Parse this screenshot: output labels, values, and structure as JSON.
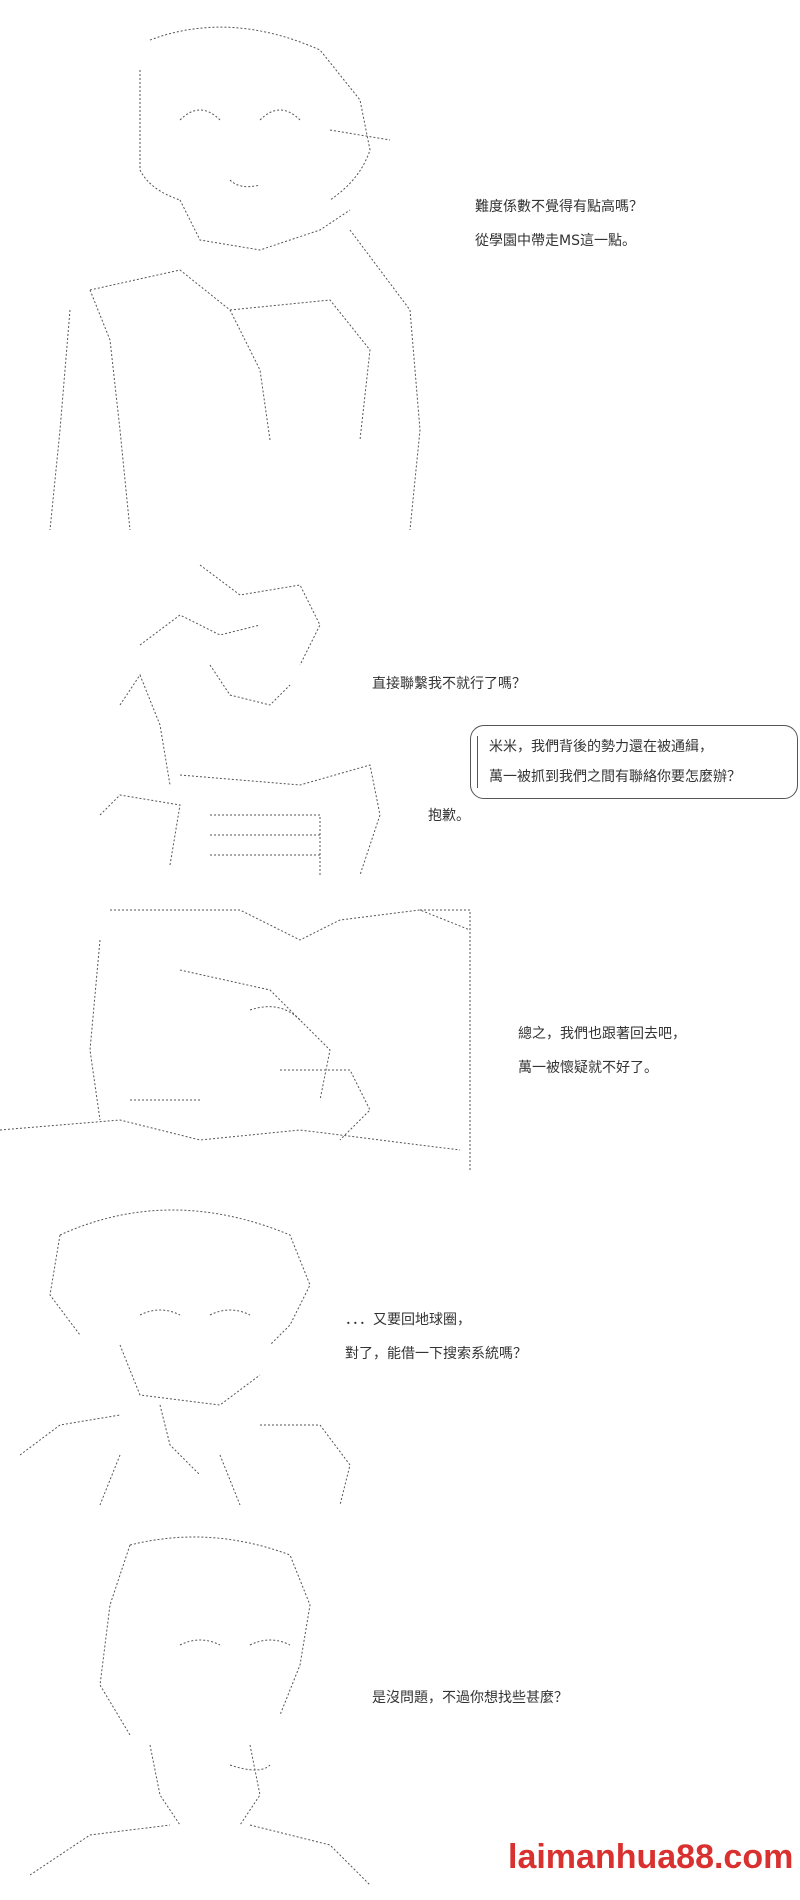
{
  "panels": [
    {
      "id": 1,
      "lines": [
        "難度係數不覺得有點高嗎？",
        "從學園中帶走MS這一點。"
      ]
    },
    {
      "id": 2,
      "top_line": "直接聯繫我不就行了嗎？",
      "bubble_lines": [
        "米米，我們背後的勢力還在被通緝，",
        "萬一被抓到我們之間有聯絡你要怎麼辦？"
      ],
      "bottom_line": "抱歉。"
    },
    {
      "id": 3,
      "lines": [
        "總之，我們也跟著回去吧，",
        "萬一被懷疑就不好了。"
      ]
    },
    {
      "id": 4,
      "lines": [
        "．．．又要回地球圈，",
        "對了，能借一下搜索系統嗎？"
      ]
    },
    {
      "id": 5,
      "lines": [
        "是沒問題，不過你想找些甚麼？"
      ]
    }
  ],
  "watermark": "laimanhua88.com"
}
